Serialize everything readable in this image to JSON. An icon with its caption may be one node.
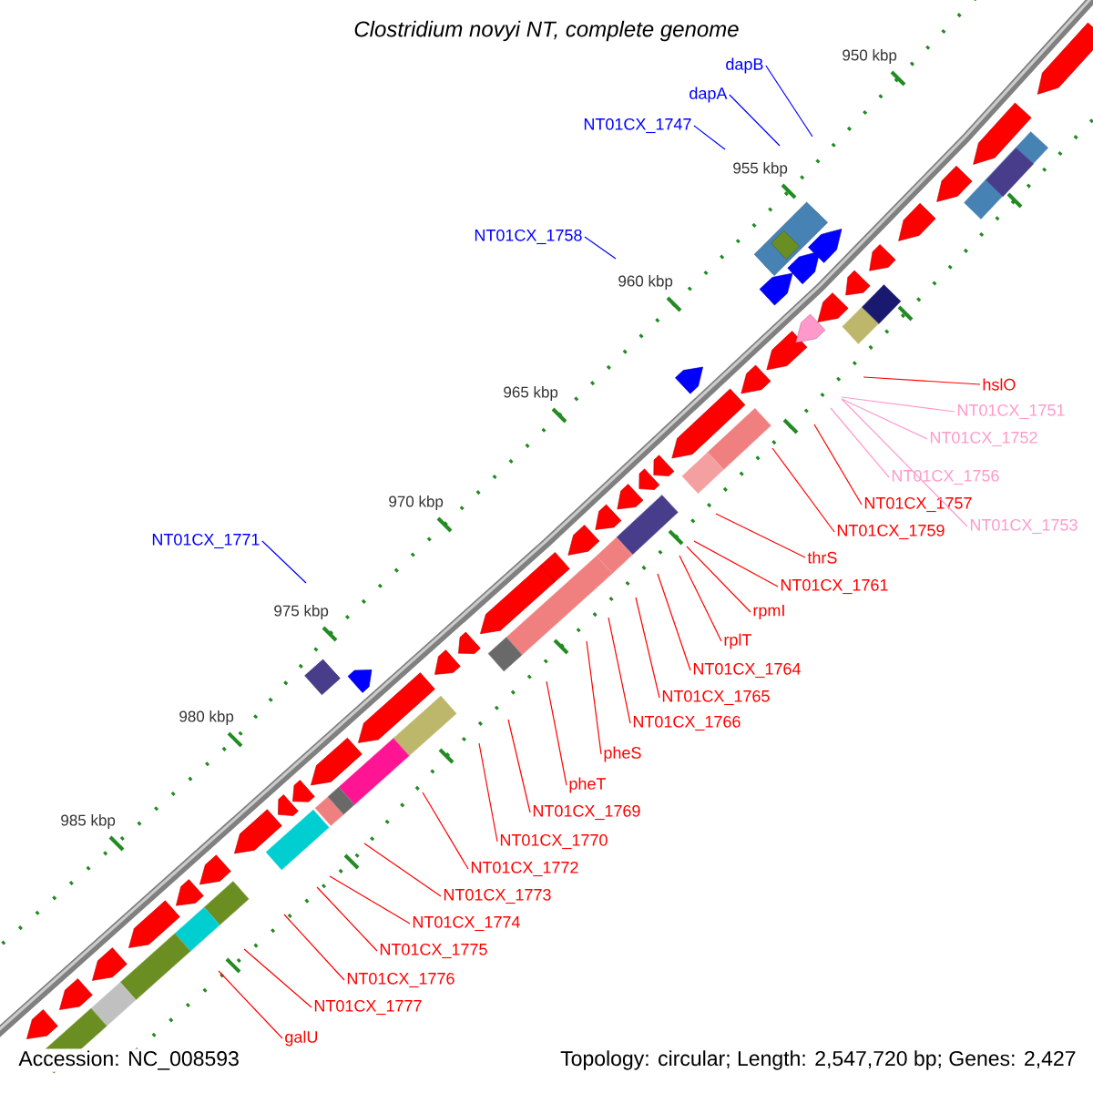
{
  "diagram": {
    "title": "Clostridium novyi NT, complete genome",
    "nodes": [
      {
        "text": [
          "dapB"
        ]
      },
      {
        "text": [
          "dapA"
        ]
      },
      {
        "text": [
          "NT01CX_1747"
        ]
      },
      {
        "text": [
          "NT01CX_1758"
        ]
      },
      {
        "text": [
          "hslO"
        ]
      },
      {
        "text": [
          "NT01CX_1751"
        ]
      },
      {
        "text": [
          "NT01CX_1752"
        ]
      },
      {
        "text": [
          "NT01CX_1756"
        ]
      },
      {
        "text": [
          "NT01CX_1757"
        ]
      },
      {
        "text": [
          "NT01CX_1753"
        ]
      },
      {
        "text": [
          "NT01CX_1759"
        ]
      },
      {
        "text": [
          "NT01CX_1771"
        ]
      },
      {
        "text": [
          "thrS"
        ]
      },
      {
        "text": [
          "NT01CX_1761"
        ]
      },
      {
        "text": [
          "rpmI"
        ]
      },
      {
        "text": [
          "rplT"
        ]
      },
      {
        "text": [
          "NT01CX_1764"
        ]
      },
      {
        "text": [
          "NT01CX_1765"
        ]
      },
      {
        "text": [
          "NT01CX_1766"
        ]
      },
      {
        "text": [
          "pheS"
        ]
      },
      {
        "text": [
          "pheT"
        ]
      },
      {
        "text": [
          "NT01CX_1769"
        ]
      },
      {
        "text": [
          "NT01CX_1770"
        ]
      },
      {
        "text": [
          "NT01CX_1772"
        ]
      },
      {
        "text": [
          "NT01CX_1773"
        ]
      },
      {
        "text": [
          "NT01CX_1774"
        ]
      },
      {
        "text": [
          "NT01CX_1775"
        ]
      },
      {
        "text": [
          "NT01CX_1776"
        ]
      },
      {
        "text": [
          "NT01CX_1777"
        ]
      },
      {
        "text": [
          "galU"
        ]
      }
    ],
    "edges": [
      {
        "from": 0,
        "to": null,
        "arrow": "none",
        "color": "#0000ff"
      },
      {
        "from": 1,
        "to": null,
        "arrow": "none",
        "color": "#0000ff"
      },
      {
        "from": 2,
        "to": null,
        "arrow": "none",
        "color": "#0000ff"
      },
      {
        "from": 3,
        "to": null,
        "arrow": "none",
        "color": "#0000ff"
      },
      {
        "from": 4,
        "to": null,
        "arrow": "none"
      },
      {
        "from": 5,
        "to": null,
        "arrow": "none",
        "color": "#ff99cc"
      },
      {
        "from": 6,
        "to": null,
        "arrow": "none",
        "color": "#ff99cc"
      },
      {
        "from": 7,
        "to": null,
        "arrow": "none",
        "color": "#ff99cc"
      },
      {
        "from": 8,
        "to": null,
        "arrow": "none"
      },
      {
        "from": 9,
        "to": null,
        "arrow": "none",
        "color": "#ff99cc"
      },
      {
        "from": 10,
        "to": null,
        "arrow": "none"
      },
      {
        "from": 11,
        "to": null,
        "arrow": "none",
        "color": "#0000ff"
      },
      {
        "from": 12,
        "to": null,
        "arrow": "none"
      },
      {
        "from": 13,
        "to": null,
        "arrow": "none"
      },
      {
        "from": 14,
        "to": null,
        "arrow": "none"
      },
      {
        "from": 15,
        "to": null,
        "arrow": "none"
      },
      {
        "from": 16,
        "to": null,
        "arrow": "none"
      },
      {
        "from": 17,
        "to": null,
        "arrow": "none"
      },
      {
        "from": 18,
        "to": null,
        "arrow": "none"
      },
      {
        "from": 19,
        "to": null,
        "arrow": "none"
      },
      {
        "from": 20,
        "to": null,
        "arrow": "none"
      },
      {
        "from": 21,
        "to": null,
        "arrow": "none"
      },
      {
        "from": 22,
        "to": null,
        "arrow": "none"
      },
      {
        "from": 23,
        "to": null,
        "arrow": "none"
      },
      {
        "from": 24,
        "to": null,
        "arrow": "none"
      },
      {
        "from": 25,
        "to": null,
        "arrow": "none"
      },
      {
        "from": 26,
        "to": null,
        "arrow": "none"
      },
      {
        "from": 27,
        "to": null,
        "arrow": "none"
      },
      {
        "from": 28,
        "to": null,
        "arrow": "none"
      },
      {
        "from": 29,
        "to": null,
        "arrow": "none"
      }
    ],
    "labels": [
      "950 kbp",
      "955 kbp",
      "960 kbp",
      "965 kbp",
      "970 kbp",
      "975 kbp",
      "980 kbp",
      "985 kbp",
      "Accession: NC_008593",
      "Topology: circular; Length: 2,547,720 bp; Genes: 2,427"
    ]
  }
}
